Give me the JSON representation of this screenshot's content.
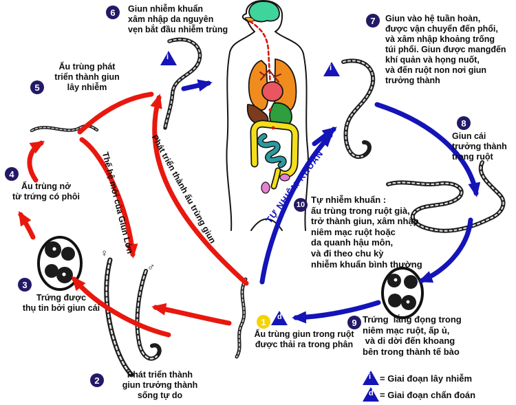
{
  "steps": [
    {
      "num": "1",
      "text": "Ấu trùng giun trong ruột\nđược thải ra trong phân"
    },
    {
      "num": "2",
      "text": "Phát triển thành\ngiun trưởng thành\nsống tự do"
    },
    {
      "num": "3",
      "text": "Trứng được\nthụ tin bởi giun cái"
    },
    {
      "num": "4",
      "text": "Ấu trùng nở\ntừ trứng có phôi"
    },
    {
      "num": "5",
      "text": "Ấu trùng phát\ntriển thành giun\nlây nhiễm"
    },
    {
      "num": "6",
      "text": "Giun nhiễm khuẩn\nxâm nhập da nguyên\nvẹn bắt đầu nhiễm trùng"
    },
    {
      "num": "7",
      "text": "Giun vào hệ tuần hoàn,\nđược vận chuyển đến phổi,\nvà xâm nhập khoảng trống\ntúi phổi. Giun được mangđến\nkhí quản và họng nuốt,\nvà đến ruột non nơi giun\ntrưởng thành"
    },
    {
      "num": "8",
      "text": "Giun cái\ntrưởng thành\ntrong ruột"
    },
    {
      "num": "9",
      "text": "Trứng  lắng đọng trong\nniêm mạc ruột, ấp ủ,\n và di dời đến khoang\nbên trong thành tế bào"
    },
    {
      "num": "10",
      "text": "Tự nhiễm khuẩn :\nấu trùng trong ruột già,\ntrở thành giun, xâm nhập\nniêm mạc ruột hoặc\nda quanh hậu môn,\nvà đi theo chu kỳ\nnhiễm khuẩn bình thường"
    }
  ],
  "path_labels": {
    "develop_larva": "Phát triển thành ấu trùng giun",
    "new_generation": "Thế hệ mới của Giun Lớn",
    "autoinfection": "TỰ NHIỄM KHUẨN"
  },
  "markers": {
    "infective": "i",
    "diagnostic": "d"
  },
  "symbols": {
    "female": "♀",
    "male": "♂"
  },
  "legend": [
    {
      "symbol": "i",
      "label": "= Giai đoạn lây nhiễm"
    },
    {
      "symbol": "d",
      "label": "= Giai đoạn chẩn đoán"
    }
  ],
  "colors": {
    "arrow_red": "#e8180e",
    "arrow_blue": "#1414b8",
    "badge_navy": "#221a66",
    "badge_yellow": "#f5d303",
    "brain_green": "#3fd49b",
    "lung_orange": "#f08c1e",
    "heart_red": "#ea5560",
    "liver_brown": "#7c3b1d",
    "stomach_green": "#2e9e3e",
    "colon_yellow": "#f3df1b",
    "intestine_teal": "#2a9aa0"
  }
}
